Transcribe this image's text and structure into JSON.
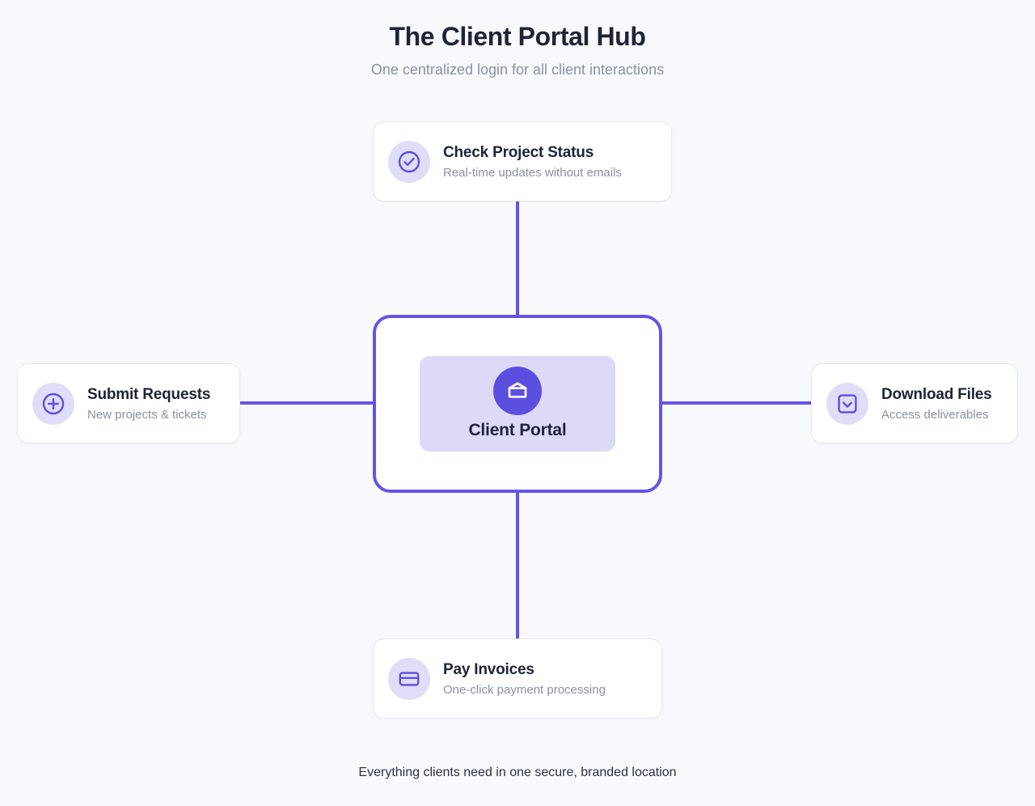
{
  "header": {
    "title": "The Client Portal Hub",
    "subtitle": "One centralized login for all client interactions"
  },
  "hub": {
    "label": "Client Portal",
    "icon": "inbox-icon"
  },
  "nodes": {
    "top": {
      "title": "Check Project Status",
      "desc": "Real-time updates without emails",
      "icon": "check-circle-icon"
    },
    "left": {
      "title": "Submit Requests",
      "desc": "New projects & tickets",
      "icon": "plus-circle-icon"
    },
    "right": {
      "title": "Download Files",
      "desc": "Access deliverables",
      "icon": "download-square-icon"
    },
    "bottom": {
      "title": "Pay Invoices",
      "desc": "One-click payment processing",
      "icon": "credit-card-icon"
    }
  },
  "footer": {
    "note": "Everything clients need in one secure, branded location"
  },
  "colors": {
    "background": "#F8F9FC",
    "accent": "#6355E8",
    "hub_icon_fill": "#5C4FE0",
    "hub_panel": "#DCDAF7",
    "icon_circle": "#E0DDF9",
    "card_border": "#E7E9F0",
    "title_text": "#1E2338",
    "muted_text": "#8891A6"
  }
}
